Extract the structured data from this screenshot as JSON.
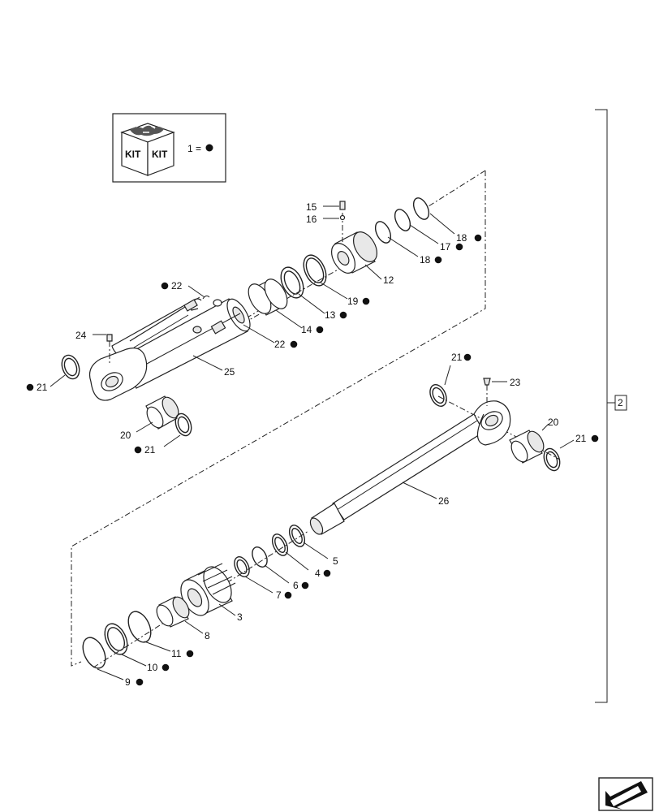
{
  "legend": {
    "kit_label": "KIT",
    "equation": "1 ="
  },
  "bracket_label": "2",
  "callouts": [
    {
      "id": "c15",
      "text": "15",
      "kit": false
    },
    {
      "id": "c16",
      "text": "16",
      "kit": false
    },
    {
      "id": "c18a",
      "text": "18",
      "kit": true
    },
    {
      "id": "c17",
      "text": "17",
      "kit": true
    },
    {
      "id": "c18b",
      "text": "18",
      "kit": true
    },
    {
      "id": "c12",
      "text": "12",
      "kit": false
    },
    {
      "id": "c19",
      "text": "19",
      "kit": true
    },
    {
      "id": "c13",
      "text": "13",
      "kit": true
    },
    {
      "id": "c14",
      "text": "14",
      "kit": true
    },
    {
      "id": "c22a",
      "text": "22",
      "kit": true
    },
    {
      "id": "c22b",
      "text": "22",
      "kit": true
    },
    {
      "id": "c24",
      "text": "24",
      "kit": false
    },
    {
      "id": "c25",
      "text": "25",
      "kit": false
    },
    {
      "id": "c21a",
      "text": "21",
      "kit": true
    },
    {
      "id": "c20a",
      "text": "20",
      "kit": false
    },
    {
      "id": "c21b",
      "text": "21",
      "kit": true
    },
    {
      "id": "c21c",
      "text": "21",
      "kit": true
    },
    {
      "id": "c23",
      "text": "23",
      "kit": false
    },
    {
      "id": "c20b",
      "text": "20",
      "kit": false
    },
    {
      "id": "c21d",
      "text": "21",
      "kit": true
    },
    {
      "id": "c26",
      "text": "26",
      "kit": false
    },
    {
      "id": "c5",
      "text": "5",
      "kit": false
    },
    {
      "id": "c4",
      "text": "4",
      "kit": true
    },
    {
      "id": "c6",
      "text": "6",
      "kit": true
    },
    {
      "id": "c7",
      "text": "7",
      "kit": true
    },
    {
      "id": "c3",
      "text": "3",
      "kit": false
    },
    {
      "id": "c8",
      "text": "8",
      "kit": false
    },
    {
      "id": "c11",
      "text": "11",
      "kit": true
    },
    {
      "id": "c10",
      "text": "10",
      "kit": true
    },
    {
      "id": "c9",
      "text": "9",
      "kit": true
    }
  ]
}
